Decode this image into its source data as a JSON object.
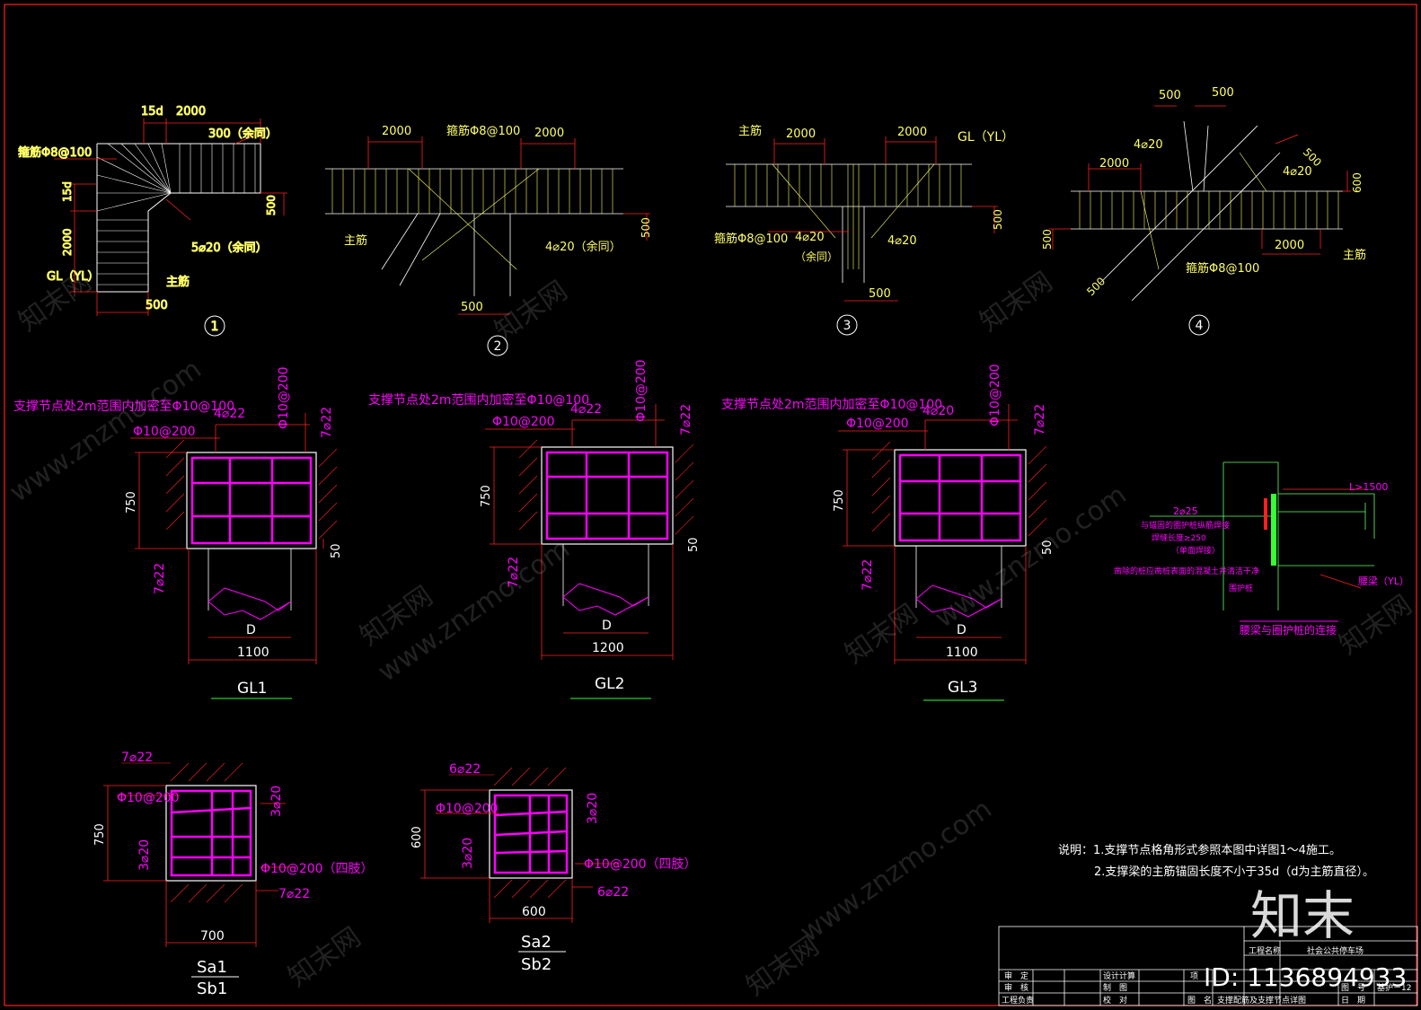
{
  "colors": {
    "bg": "#000000",
    "frame": "#ff2020",
    "yellow": "#ffff66",
    "white": "#ffffff",
    "magenta": "#ff00ff",
    "red": "#ff2a2a",
    "green": "#33ff33",
    "lightgreen": "#66ff66"
  },
  "details": {
    "d1": {
      "number": "1",
      "dim_15d": "15d",
      "dim_2000_top": "2000",
      "note_300": "300（余同）",
      "stirrup": "箍筋Φ8@100",
      "dim_15d_v": "15d",
      "dim_2000_v": "2000",
      "dim_500_r": "500",
      "bars": "5⌀20（余同）",
      "gl": "GL（YL）",
      "main_bar": "主筋",
      "dim_500_b": "500"
    },
    "d2": {
      "number": "2",
      "dim_2000_l": "2000",
      "stirrup": "箍筋Φ8@100",
      "dim_2000_r": "2000",
      "main_bar": "主筋",
      "bars": "4⌀20（余同）",
      "dim_500_r": "500",
      "dim_500_b": "500"
    },
    "d3": {
      "number": "3",
      "main_bar": "主筋",
      "dim_2000_l": "2000",
      "dim_2000_r": "2000",
      "gl": "GL（YL）",
      "stirrup": "箍筋Φ8@100",
      "bars_l": "4⌀20",
      "bars_l_note": "（余同）",
      "bars_r": "4⌀20",
      "dim_500_r": "500",
      "dim_500_b": "500"
    },
    "d4": {
      "number": "4",
      "dim_500_a": "500",
      "dim_500_b": "500",
      "dim_500_c": "500",
      "bars_a": "4⌀20",
      "bars_b": "4⌀20",
      "dim_2000_l": "2000",
      "dim_600": "600",
      "dim_500_l": "500",
      "dim_2000_r": "2000",
      "main_bar": "主筋",
      "stirrup": "箍筋Φ8@100",
      "dim_500_d": "500"
    }
  },
  "sections": [
    {
      "note": "支撑节点处2m范围内加密至Φ10@100",
      "stirrup": "Φ10@200",
      "top_bars": "4⌀22",
      "side_stirrup": "Φ10@200",
      "side_bars": "7⌀22",
      "left_bars": "7⌀22",
      "dim_h": "750",
      "dim_cover": "50",
      "dim_d": "D",
      "dim_w": "1100",
      "name": "GL1"
    },
    {
      "note": "支撑节点处2m范围内加密至Φ10@100",
      "stirrup": "Φ10@200",
      "top_bars": "4⌀22",
      "side_stirrup": "Φ10@200",
      "side_bars": "7⌀22",
      "left_bars": "7⌀22",
      "dim_h": "750",
      "dim_cover": "50",
      "dim_d": "D",
      "dim_w": "1200",
      "name": "GL2"
    },
    {
      "note": "支撑节点处2m范围内加密至Φ10@100",
      "stirrup": "Φ10@200",
      "top_bars": "4⌀20",
      "side_stirrup": "Φ10@200",
      "side_bars": "7⌀22",
      "left_bars": "7⌀22",
      "dim_h": "750",
      "dim_cover": "50",
      "dim_d": "D",
      "dim_w": "1100",
      "name": "GL3"
    }
  ],
  "connection": {
    "l": "L>1500",
    "bars": "2⌀25",
    "text1": "与锚固的圈护桩纵筋焊接",
    "text2": "焊缝长度≥250",
    "text3": "（单面焊接）",
    "text4": "凿除的桩应凿桩表面的混凝土并清洁干净",
    "pile": "围护桩",
    "beam": "腰梁（YL）",
    "title": "腰梁与圈护桩的连接"
  },
  "braces": [
    {
      "top": "7⌀22",
      "stirrup": "Φ10@200",
      "side_r": "3⌀20",
      "side_l": "3⌀20",
      "stirrup_b": "Φ10@200（四肢）",
      "bottom": "7⌀22",
      "dim_h": "750",
      "dim_w": "700",
      "name_a": "Sa1",
      "name_b": "Sb1"
    },
    {
      "top": "6⌀22",
      "stirrup": "Φ10@200",
      "side_r": "3⌀20",
      "side_l": "3⌀20",
      "stirrup_b": "Φ10@200（四肢）",
      "bottom": "6⌀22",
      "dim_h": "600",
      "dim_w": "600",
      "name_a": "Sa2",
      "name_b": "Sb2"
    }
  ],
  "notes": {
    "line1": "说明：1.支撑节点格角形式参照本图中详图1～4施工。",
    "line2": "2.支撑梁的主筋锚固长度不小于35d（d为主筋直径）。"
  },
  "title_block": {
    "project_label": "工程名称",
    "project": "社会公共停车场",
    "review_a": "审　定",
    "review_b": "审　核",
    "engineer": "工程负责",
    "design": "设计计算",
    "draw": "制　图",
    "check": "校　对",
    "item": "项",
    "drawing_name_label": "图　名",
    "drawing_name": "支撑配筋及支撑节点详图",
    "sheet_label": "图　号",
    "sheet": "基护－12",
    "date_label": "日　期"
  },
  "watermark": {
    "brand": "知末",
    "id": "ID: 1136894933",
    "site": "www.znzmo.com",
    "site_cn": "知末网"
  }
}
